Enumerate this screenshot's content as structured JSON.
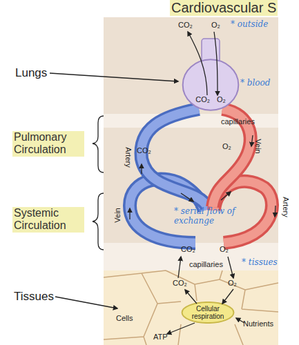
{
  "diagram": {
    "title": "Cardiovascular S",
    "nodes": [
      {
        "text": [
          "CO₂",
          "O₂"
        ]
      },
      {
        "text": [
          "Cellular respiration"
        ]
      }
    ],
    "labels": [
      "CO₂",
      "O₂",
      "* outside",
      "Lungs",
      "* blood",
      "capillaries",
      "Artery",
      "Vein",
      "CO₂",
      "O₂",
      "Pulmonary Circulation",
      "Systemic Circulation",
      "* serial flow of exchange",
      "Vein",
      "Artery",
      "* tissues",
      "CO₂",
      "O₂",
      "capillaries",
      "Tissues",
      "CO₂",
      "O₂",
      "Cells",
      "Nutrients",
      "ATP"
    ]
  }
}
